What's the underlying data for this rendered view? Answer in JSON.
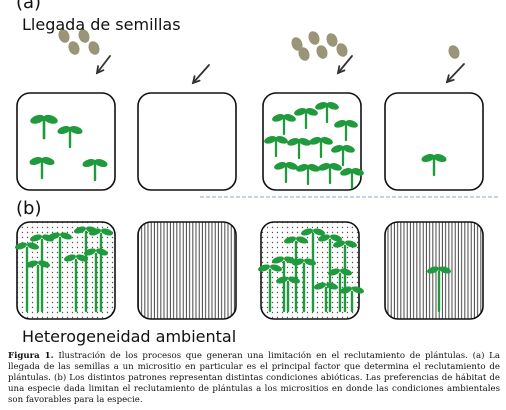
{
  "panel_a": {
    "letter": "(a)",
    "title": "Llegada de semillas"
  },
  "panel_b": {
    "letter": "(b)",
    "title": "Heterogeneidad ambiental"
  },
  "caption": {
    "label": "Figura 1.",
    "text": "Ilustración de los procesos que generan una limitación en el reclutamiento de plántulas. (a) La llegada de las semillas a un micrositio en particular es el principal factor que determina el reclutamiento de plántulas. (b) Los distintos patrones representan distintas condiciones abióticas. Las preferencias de hábitat de una especie dada limitan el reclutamiento de plántulas a los micrositios en donde las condiciones ambientales son favorables para la especie."
  },
  "colors": {
    "plant": "#1f9a3c",
    "seed": "#9a9578",
    "box_stroke": "#111111",
    "dotted_fill": "#cfcfcf",
    "hatched_fill": "#555555",
    "divider": "#6688cc"
  },
  "icons": [
    "seed-icon",
    "arrow-icon",
    "seedling-icon"
  ],
  "panel_a_microsites": [
    {
      "seeds": 4,
      "seedlings": 4,
      "pattern": "plain"
    },
    {
      "seeds": 0,
      "seedlings": 0,
      "pattern": "plain"
    },
    {
      "seeds": 6,
      "seedlings": 12,
      "pattern": "plain"
    },
    {
      "seeds": 1,
      "seedlings": 1,
      "pattern": "plain"
    }
  ],
  "panel_b_microsites": [
    {
      "pattern": "dotted",
      "seedlings": 8
    },
    {
      "pattern": "hatched",
      "seedlings": 0
    },
    {
      "pattern": "dotted",
      "seedlings": 11
    },
    {
      "pattern": "hatched",
      "seedlings": 1
    }
  ]
}
